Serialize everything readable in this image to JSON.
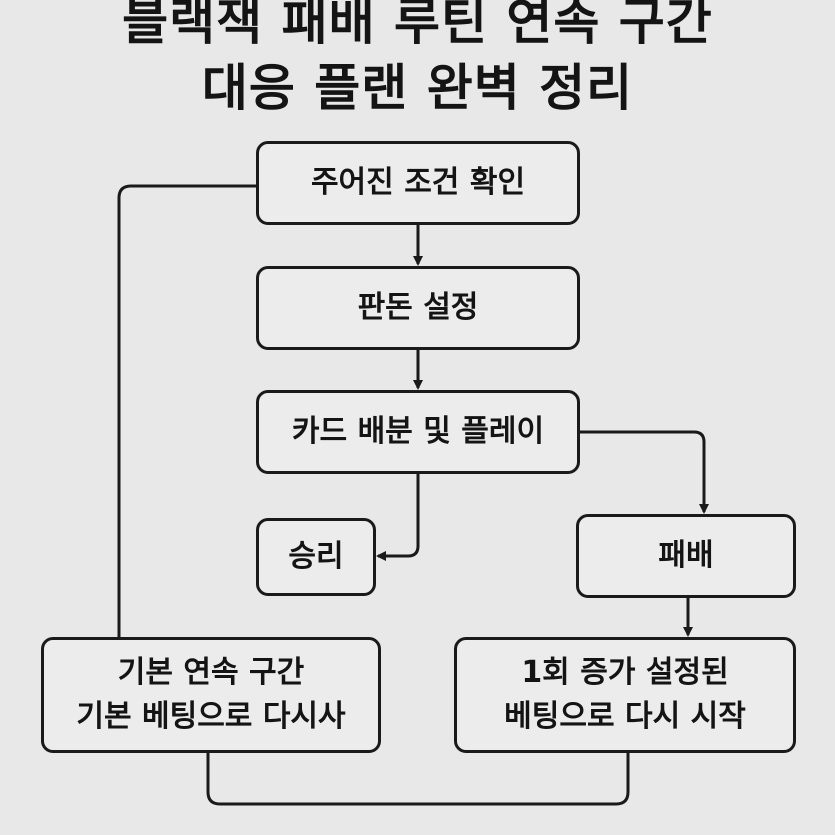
{
  "title": {
    "line1": "블랙잭 패배 루틴 연속 구간",
    "line2": "대응 플랜 완벽 정리"
  },
  "nodes": {
    "check": "주어진 조건 확인",
    "set": "판돈 설정",
    "deal": "카드 배분 및 플레이",
    "win": "승리",
    "lose": "패배",
    "base": [
      "기본 연속 구간",
      "기본 베팅으로 다시사"
    ],
    "increase": [
      "1회 증가 설정된",
      "베팅으로 다시 시작"
    ]
  },
  "colors": {
    "background": "#e8e8e8",
    "stroke": "#1a1a1a"
  }
}
